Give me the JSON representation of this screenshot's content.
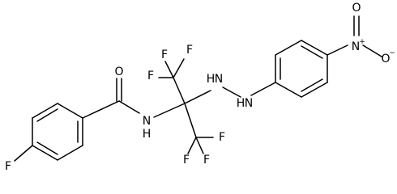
{
  "molecule": {
    "atoms": {
      "fluoro_aryl": "F",
      "carbonyl_oxygen": "O",
      "amide_nitrogen": "N",
      "amide_hydrogen": "H",
      "cf3_top_f1": "F",
      "cf3_top_f2": "F",
      "cf3_top_f3": "F",
      "cf3_bottom_f1": "F",
      "cf3_bottom_f2": "F",
      "cf3_bottom_f3": "F",
      "hydrazine_n1_h": "H",
      "hydrazine_n1": "N",
      "hydrazine_n2_h": "H",
      "hydrazine_n2": "N",
      "nitro_n": "N",
      "nitro_n_charge": "+",
      "nitro_o_single": "O",
      "nitro_o_charge": "−",
      "nitro_o_double": "O"
    }
  }
}
